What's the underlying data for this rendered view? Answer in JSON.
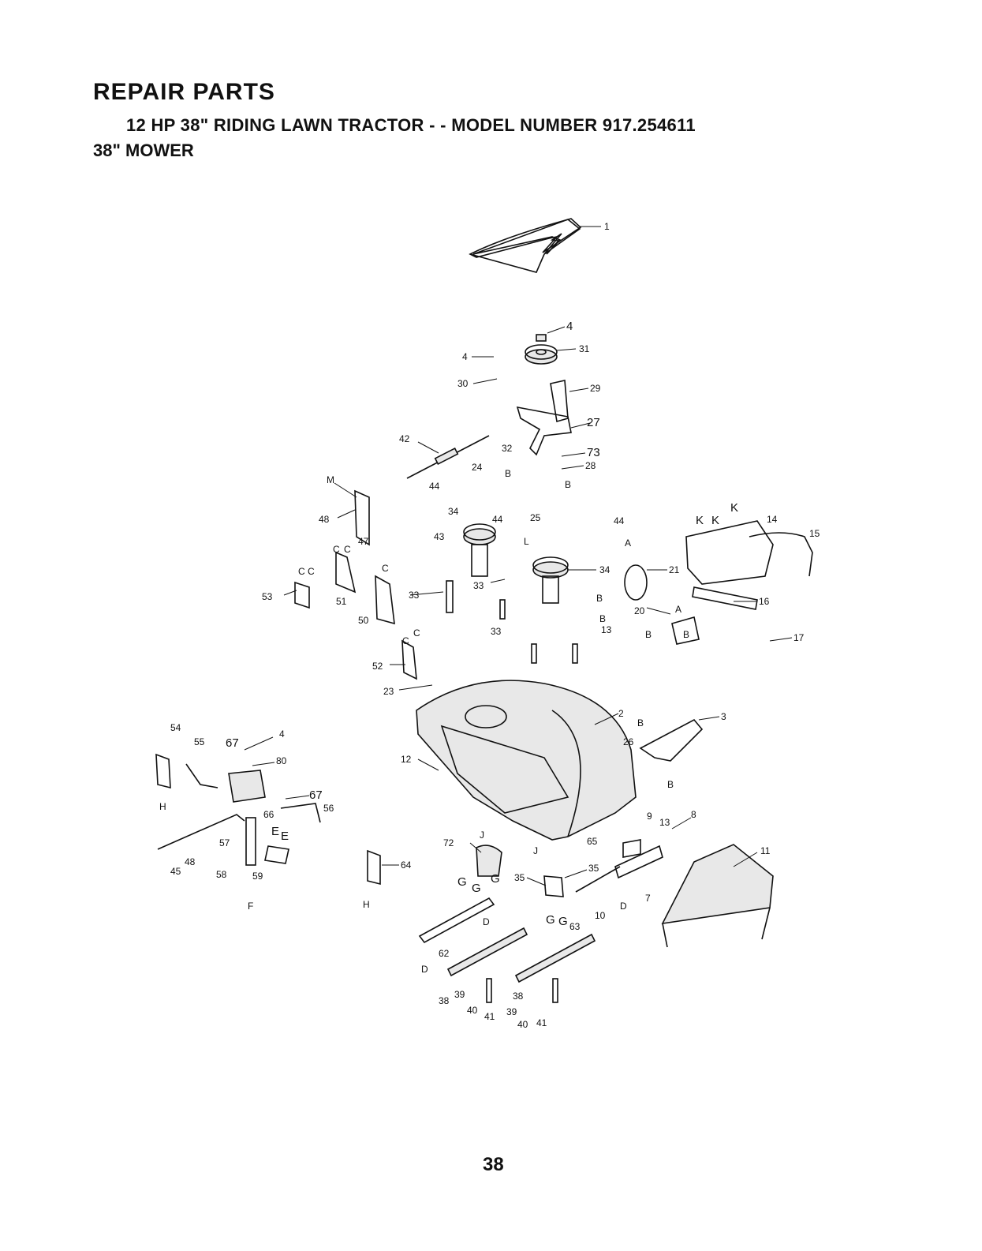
{
  "header": {
    "title": "REPAIR PARTS",
    "subtitle": "12 HP 38\" RIDING LAWN TRACTOR - - MODEL NUMBER 917.254611",
    "section": "38\" MOWER"
  },
  "page_number": "38",
  "callouts": [
    "1",
    "4",
    "31",
    "4",
    "30",
    "29",
    "27",
    "42",
    "32",
    "73",
    "28",
    "24",
    "44",
    "34",
    "44",
    "43",
    "25",
    "48",
    "47",
    "53",
    "51",
    "50",
    "33",
    "33",
    "34",
    "21",
    "44",
    "14",
    "15",
    "16",
    "20",
    "17",
    "52",
    "23",
    "33",
    "13",
    "2",
    "3",
    "26",
    "12",
    "54",
    "55",
    "67",
    "4",
    "80",
    "67",
    "56",
    "66",
    "57",
    "58",
    "59",
    "45",
    "48",
    "72",
    "64",
    "35",
    "35",
    "9",
    "13",
    "8",
    "11",
    "7",
    "10",
    "65",
    "62",
    "63",
    "38",
    "39",
    "40",
    "41",
    "38",
    "39",
    "40",
    "41"
  ],
  "letter_refs": [
    "M",
    "C",
    "C",
    "C",
    "C",
    "C",
    "C",
    "C",
    "L",
    "B",
    "B",
    "K",
    "K",
    "K",
    "A",
    "A",
    "B",
    "B",
    "B",
    "B",
    "E",
    "E",
    "F",
    "H",
    "H",
    "G",
    "G",
    "G",
    "G",
    "G",
    "D",
    "D",
    "D",
    "J",
    "J",
    "B",
    "B"
  ]
}
